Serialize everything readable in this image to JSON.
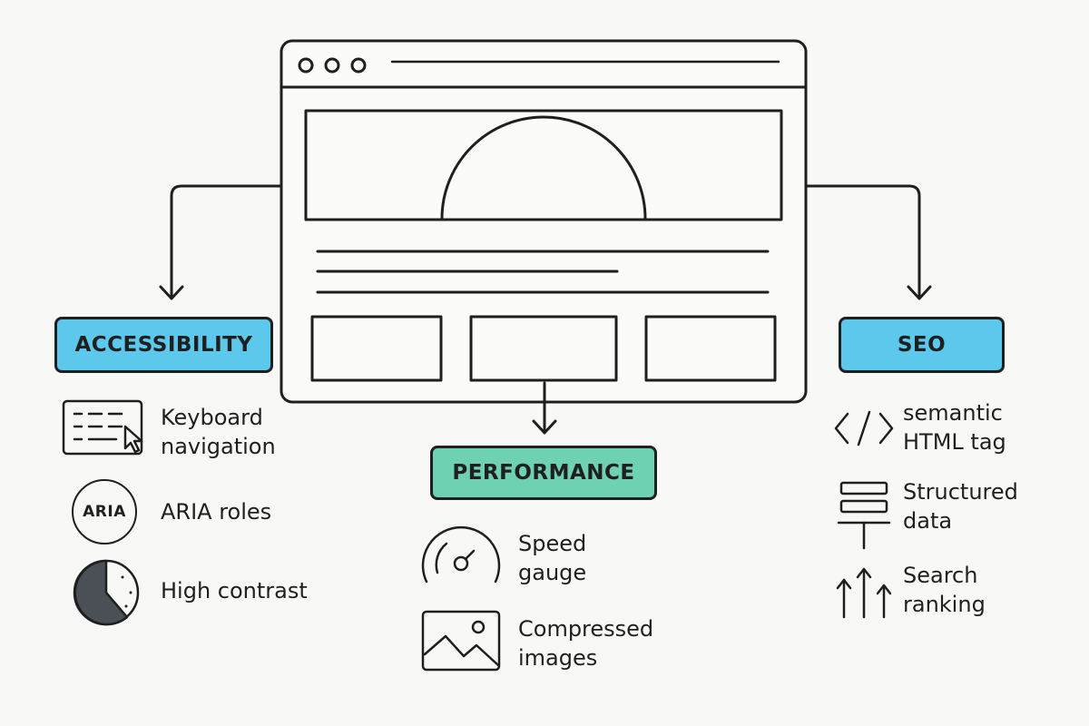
{
  "categories": {
    "accessibility": {
      "label": "ACCESSIBILITY",
      "color": "#5cc8ec"
    },
    "performance": {
      "label": "PERFORMANCE",
      "color": "#6fd1b4"
    },
    "seo": {
      "label": "SEO",
      "color": "#5cc8ec"
    }
  },
  "accessibility_items": [
    {
      "icon": "keyboard-icon",
      "line1": "Keyboard",
      "line2": "navigation"
    },
    {
      "icon": "aria-badge-icon",
      "badge": "ARIA",
      "line1": "ARIA roles"
    },
    {
      "icon": "contrast-icon",
      "line1": "High contrast"
    }
  ],
  "performance_items": [
    {
      "icon": "speed-gauge-icon",
      "line1": "Speed",
      "line2": "gauge"
    },
    {
      "icon": "image-icon",
      "line1": "Compressed",
      "line2": "images"
    }
  ],
  "seo_items": [
    {
      "icon": "code-tag-icon",
      "line1": "semantic",
      "line2": "HTML tag"
    },
    {
      "icon": "structured-data-icon",
      "line1": "Structured",
      "line2": "data"
    },
    {
      "icon": "ranking-arrows-icon",
      "line1": "Search",
      "line2": "ranking"
    }
  ],
  "colors": {
    "stroke": "#1f1f1f",
    "background": "#f8f8f7",
    "contrast_fill": "#4a5055"
  }
}
